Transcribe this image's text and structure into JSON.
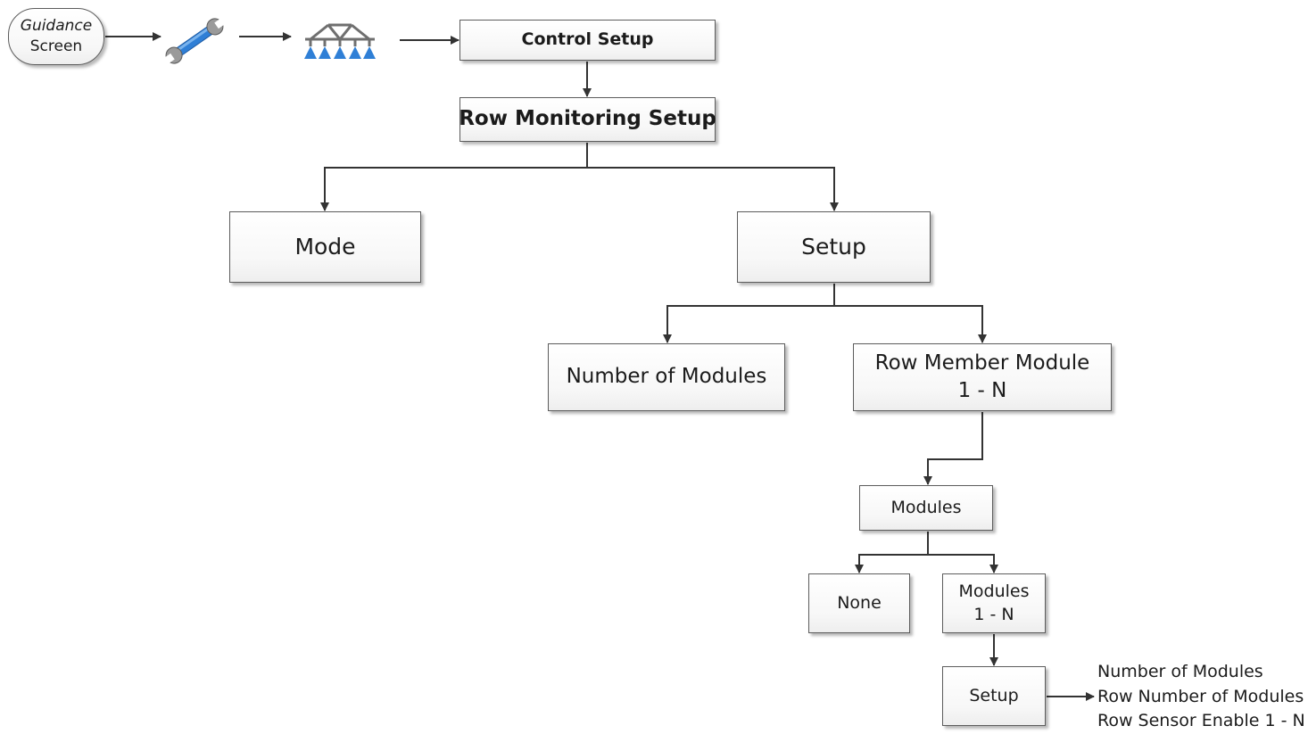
{
  "start": {
    "line1": "Guidance",
    "line2": "Screen"
  },
  "icons": {
    "wrench": "wrench-icon",
    "boom": "sprayer-boom-icon"
  },
  "nodes": {
    "control_setup": "Control Setup",
    "row_monitoring_setup": "Row Monitoring Setup",
    "mode": "Mode",
    "setup": "Setup",
    "number_of_modules": "Number of Modules",
    "row_member_module_line1": "Row Member Module",
    "row_member_module_line2": "1 - N",
    "modules": "Modules",
    "none": "None",
    "modules_1n_line1": "Modules",
    "modules_1n_line2": "1 - N",
    "setup_small": "Setup"
  },
  "setup_items": [
    "Number of Modules",
    "Row Number of Modules",
    "Row Sensor Enable 1 - N"
  ],
  "colors": {
    "border": "#5c5c5c",
    "line": "#333333",
    "icon_blue": "#2f7fd6",
    "icon_grey": "#8a8a8a"
  }
}
